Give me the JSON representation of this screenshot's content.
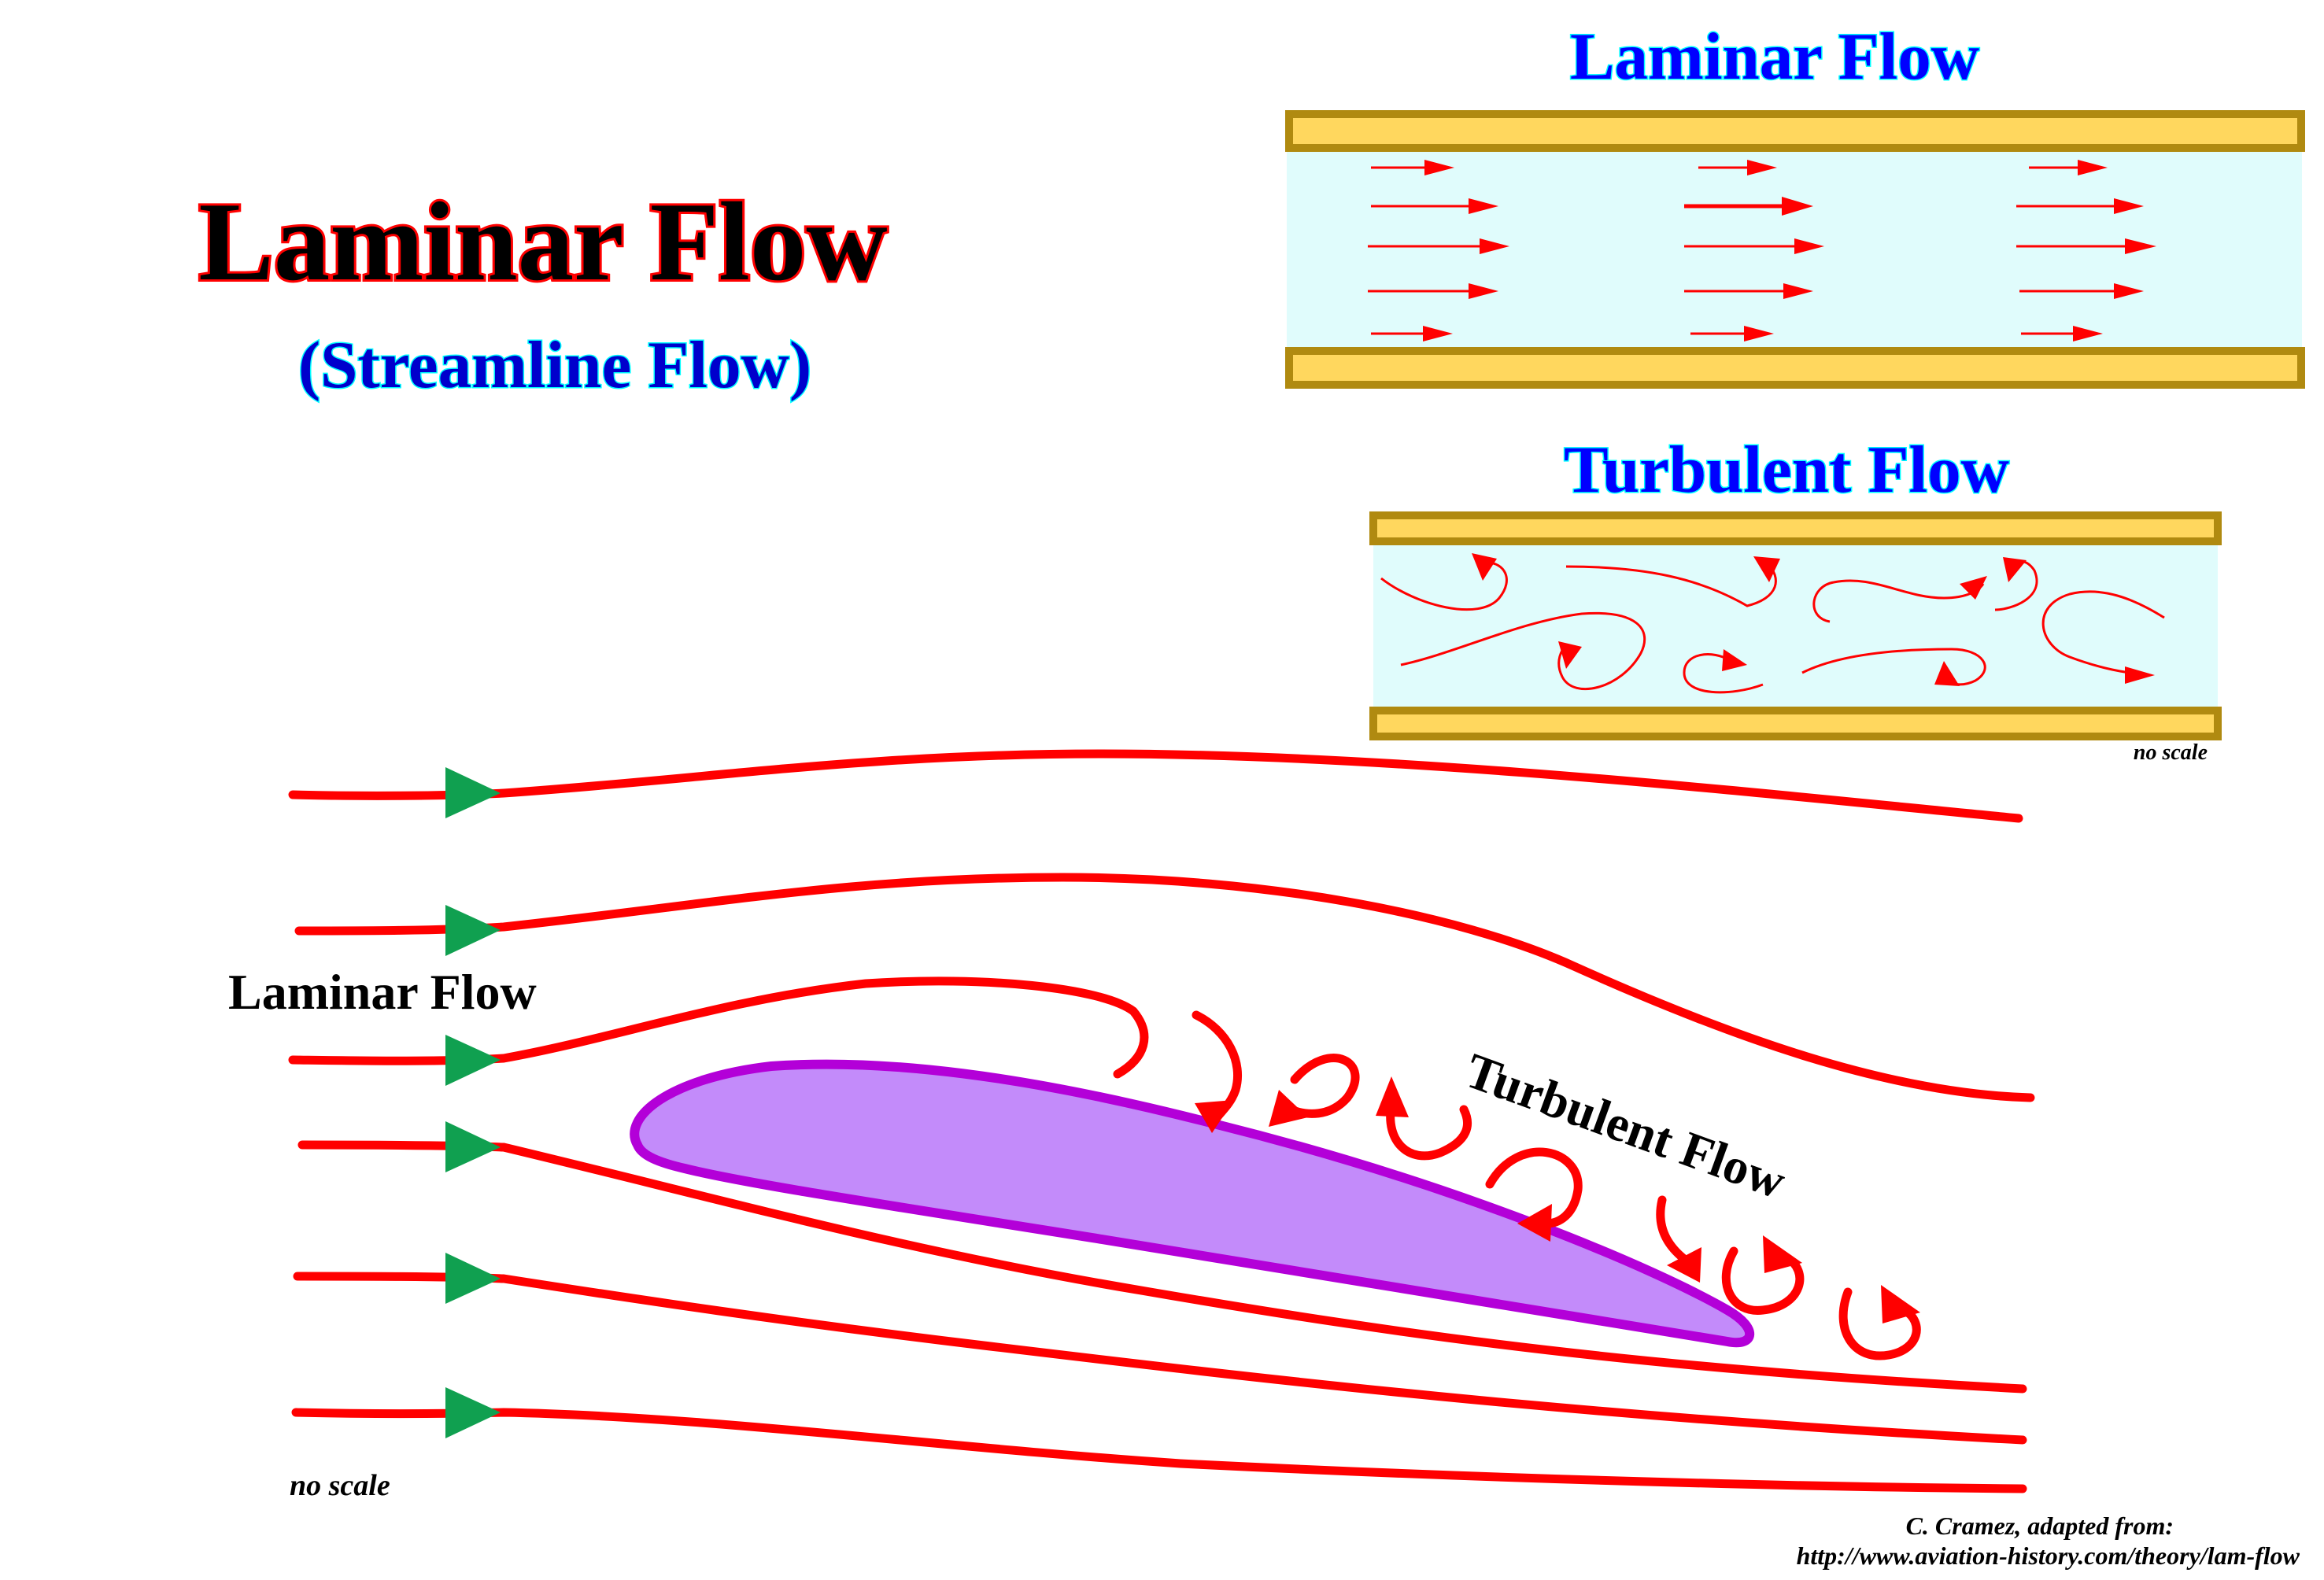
{
  "title": {
    "main": "Laminar Flow",
    "sub": "(Streamline Flow)"
  },
  "pipes": {
    "laminar_title": "Laminar Flow",
    "turbulent_title": "Turbulent Flow",
    "scale_note": "no scale"
  },
  "airfoil_diagram": {
    "laminar_label": "Laminar Flow",
    "turbulent_label": "Turbulent Flow",
    "scale_note": "no scale"
  },
  "credit": {
    "line1": "C. Cramez, adapted from:",
    "line2": "http://www.aviation-history.com/theory/lam-flow"
  },
  "colors": {
    "title_fill": "#000000",
    "title_outline": "#ff0000",
    "subtitle_fill": "#0000cc",
    "pipe_title_fill": "#0000ff",
    "pipe_wall": "#ffd75e",
    "pipe_fluid": "#e0fcfc",
    "streamline": "#ff0000",
    "flow_arrowhead": "#10a050",
    "airfoil_fill": "#c38bfa",
    "airfoil_outline": "#b300d8"
  }
}
